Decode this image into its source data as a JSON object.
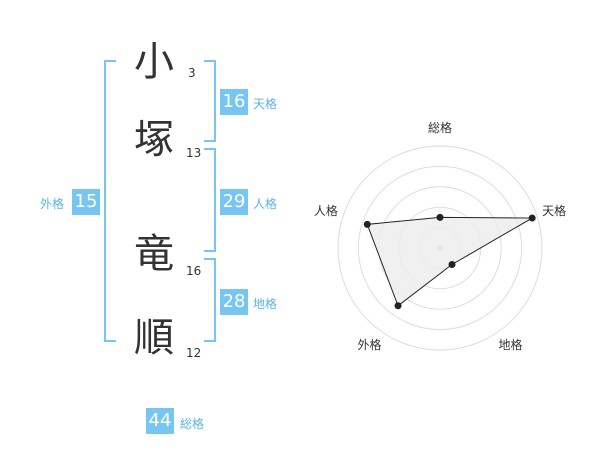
{
  "name": {
    "chars": [
      {
        "char": "小",
        "strokes": "3"
      },
      {
        "char": "塚",
        "strokes": "13"
      },
      {
        "char": "竜",
        "strokes": "16"
      },
      {
        "char": "順",
        "strokes": "12"
      }
    ]
  },
  "kaku": {
    "tenkaku": {
      "value": "16",
      "label": "天格"
    },
    "jinkaku": {
      "value": "29",
      "label": "人格"
    },
    "chikaku": {
      "value": "28",
      "label": "地格"
    },
    "gaikaku": {
      "value": "15",
      "label": "外格"
    },
    "soukaku": {
      "value": "44",
      "label": "総格"
    }
  },
  "colors": {
    "accent": "#77c5f2",
    "label": "#5bb3e8",
    "text": "#333333"
  },
  "chart_data": {
    "type": "radar",
    "axes": [
      "総格",
      "天格",
      "地格",
      "外格",
      "人格"
    ],
    "values": [
      0.3,
      0.95,
      0.2,
      0.7,
      0.75
    ],
    "range": [
      0,
      1
    ],
    "rings": 5,
    "grid": true
  }
}
